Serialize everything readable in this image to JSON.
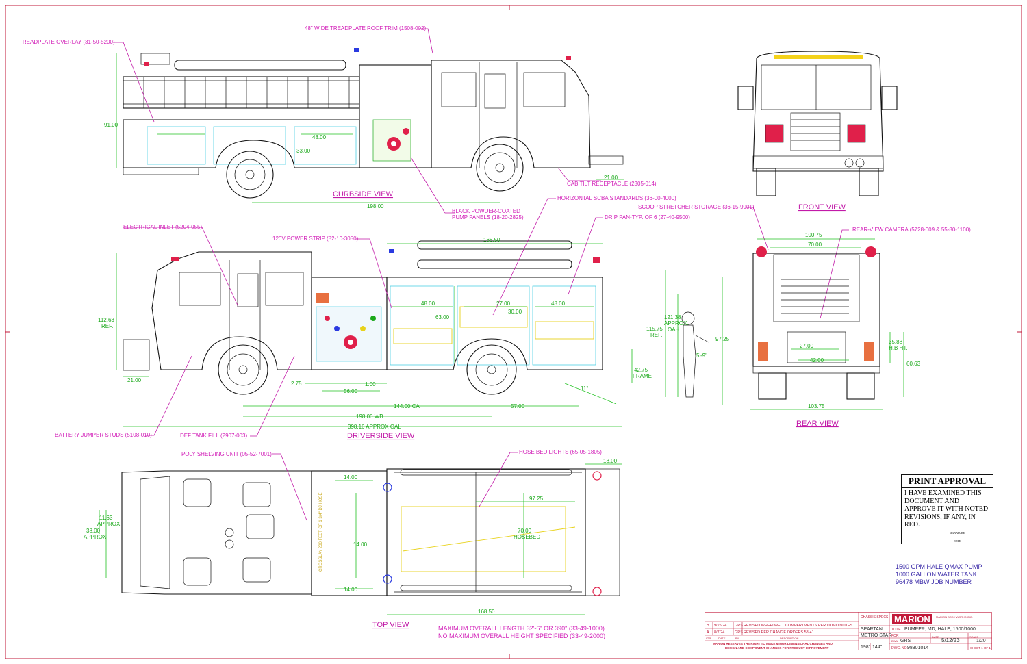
{
  "views": {
    "curbside": "CURBSIDE VIEW",
    "front": "FRONT VIEW",
    "driverside": "DRIVERSIDE VIEW",
    "rear": "REAR VIEW",
    "top": "TOP VIEW"
  },
  "callouts": {
    "roof_trim": "48\" WIDE TREADPLATE ROOF TRIM (1508-002)",
    "treadplate_overlay": "TREADPLATE OVERLAY (31-50-5200)",
    "cab_tilt": "CAB TILT RECEPTACLE (2305-014)",
    "pump_panels_1": "BLACK POWDER-COATED",
    "pump_panels_2": "PUMP PANELS (18-20-2825)",
    "scba": "HORIZONTAL SCBA STANDARDS (36-00-4000)",
    "scoop": "SCOOP STRETCHER STORAGE (36-15-9901)",
    "drip_pan": "DRIP PAN-TYP. OF 6 (27-40-9500)",
    "rear_camera": "REAR-VIEW CAMERA (5728-009 & 55-80-1100)",
    "electrical_inlet": "ELECTRICAL INLET (5204-055)",
    "power_strip": "120V POWER STRIP (82-10-3050)",
    "battery_jumper": "BATTERY JUMPER STUDS (5108-010)",
    "def_tank": "DEF TANK FILL (2907-003)",
    "poly_shelving": "POLY SHELVING UNIT (05-52-7001)",
    "hose_bed_lights": "HOSE BED LIGHTS (65-05-1805)",
    "overall_length": "MAXIMUM OVERALL LENGTH 32'-6\" OR 390\" (33-49-1000)",
    "overall_height": "NO MAXIMUM OVERALL HEIGHT SPECIFIED (33-49-2000)"
  },
  "dimensions": {
    "curb_height": "91.00",
    "curb_wb": "198.00",
    "curb_bumper": "21.00",
    "comp_48": "48.00",
    "comp_33": "33.00",
    "front_top": "100.75",
    "front_inner": "70.00",
    "ds_overall_height": "112.63",
    "ds_ref": "REF.",
    "ds_168": "168.50",
    "ds_48a": "48.00",
    "ds_27": "27.00",
    "ds_48b": "48.00",
    "ds_63": "63.00",
    "ds_30": "30.00",
    "ds_bumper": "21.00",
    "ds_275": "2.75",
    "ds_56": "56.00",
    "ds_100": "1.00",
    "ds_ca": "144.00 CA",
    "ds_57": "57.00",
    "ds_wb": "198.00 WB",
    "ds_oal": "398.16 APPROX OAL",
    "ds_11deg": "11°",
    "ds_115_1": "115.75",
    "ds_115_2": "REF.",
    "ds_121_1": "121.38",
    "ds_121_2": "APPROX.",
    "ds_121_3": "OAH",
    "ds_frame_1": "42.75",
    "ds_frame_2": "FRAME",
    "person": "5'-9\"",
    "rear_97": "97.25",
    "rear_35_1": "35.88",
    "rear_35_2": "H.B HT.",
    "rear_60": "60.63",
    "rear_27": "27.00",
    "rear_42": "42.00",
    "rear_103": "103.75",
    "top_18": "18.00",
    "top_14a": "14.00",
    "top_14b": "14.00",
    "top_14c": "14.00",
    "top_97": "97.25",
    "top_70": "70.00",
    "top_hosebed": "HOSEBED",
    "top_1163_1": "11.63",
    "top_1163_2": "APPROX.",
    "top_38_1": "38.00",
    "top_38_2": "APPROX.",
    "top_168": "168.50",
    "top_crosslay": "CROSSLAY 200 FEET OF 1 3/4\" DJ HOSE"
  },
  "approval": {
    "heading": "PRINT APPROVAL",
    "body": "I HAVE EXAMINED THIS DOCUMENT AND APPROVE IT WITH NOTED REVISIONS, IF ANY, IN RED.",
    "sig_label": "SIGNATURE",
    "date_label": "DATE"
  },
  "specs": {
    "pump": "1500 GPM HALE QMAX PUMP",
    "tank": "1000 GALLON WATER TANK",
    "job": "96478 MBW JOB NUMBER"
  },
  "title_block": {
    "rev_b_no": "B",
    "rev_b_date": "9/25/24",
    "rev_b_by": "GRS",
    "rev_b_desc": "REVISED WHEELWELL COMPARTMENTS PER DOMO NOTES",
    "rev_a_no": "A",
    "rev_a_date": "8/7/24",
    "rev_a_by": "GRS",
    "rev_a_desc": "REVISED PER CHANGE ORDERS 58-41",
    "hdr_ltr": "LTR",
    "hdr_date": "DATE",
    "hdr_by": "BY",
    "hdr_desc": "DESCRIPTION",
    "disclaimer_1": "MARION RESERVES THE RIGHT TO MAKE MINOR DIMENSIONAL CHANGES AND",
    "disclaimer_2": "DESIGN AND COMPONENT CHANGES FOR PRODUCT IMPROVEMENT",
    "chassis_label": "CHASSIS SPECS",
    "chassis": "SPARTAN",
    "model": "METRO STAR",
    "wb": "198\"",
    "ca": "144\"",
    "logo": "MARION",
    "company": "MARION BODY WORKS INC.",
    "title_label": "TITLE",
    "title": "PUMPER, MD, HALE, 1500/1000",
    "for_label": "FOR",
    "dwn_label": "DWN",
    "dwn": "GRS",
    "date_label": "DATE",
    "date": "5/12/23",
    "scale_label": "SCALE",
    "scale": "1/20",
    "dwg_label": "DWG. NO.",
    "dwg_no": "98301014",
    "sheet": "SHEET  1  OF  1"
  }
}
